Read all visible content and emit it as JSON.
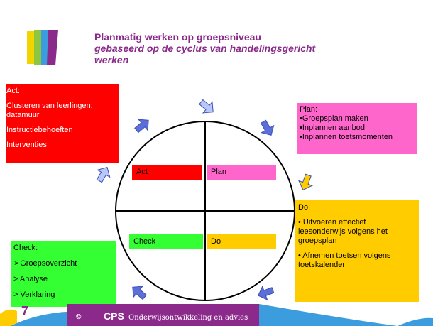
{
  "title": {
    "main": "Planmatig werken op groepsniveau",
    "sub_line1": "gebaseerd op de cyclus van handelingsgericht",
    "sub_line2": "werken"
  },
  "act_box": {
    "lines": [
      "Act:",
      "Clusteren van leerlingen:",
      "datamuur",
      "Instructiebehoeften",
      "Interventies"
    ]
  },
  "plan_box": {
    "lines": [
      "Plan:",
      "•Groepsplan maken",
      "•Inplannen aanbod",
      "•Inplannen toetsmomenten"
    ]
  },
  "do_box": {
    "lines": [
      "Do:",
      "• Uitvoeren effectief",
      "leesonderwijs volgens het",
      "groepsplan",
      "• Afnemen toetsen volgens",
      "toetskalender"
    ]
  },
  "check_box": {
    "lines": [
      "Check:",
      "➢Groepsoverzicht",
      "> Analyse",
      "> Verklaring"
    ]
  },
  "quadrants": {
    "act": "Act",
    "plan": "Plan",
    "check": "Check",
    "do": "Do"
  },
  "footer": {
    "page_number": "7",
    "copyright": "©",
    "brand": "CPS",
    "tagline": "Onderwijsontwikkeling en advies"
  },
  "colors": {
    "purple": "#8b2a8b",
    "act_red": "#ff0000",
    "plan_pink": "#ff66cc",
    "do_yellow": "#ffcc00",
    "check_green": "#33ff33",
    "arrow_blue": "#5b6fd6",
    "arrow_light": "#b8c7f5"
  },
  "icons": {
    "logo": "cps-logo-icon",
    "arrow": "cycle-arrow-icon"
  }
}
